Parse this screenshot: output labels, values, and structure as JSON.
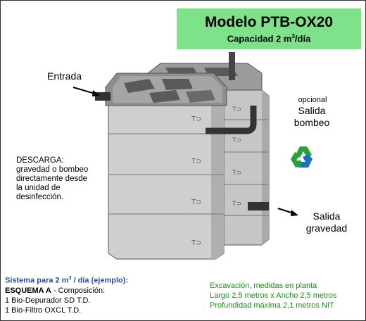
{
  "title": {
    "model": "Modelo PTB-OX20",
    "capacity_prefix": "Capacidad 2 m",
    "capacity_sup": "3",
    "capacity_suffix": "/día"
  },
  "labels": {
    "entrada": "Entrada",
    "opcional": "opcional",
    "salida_bombeo_1": "Salida",
    "salida_bombeo_2": "bombeo",
    "salida_gravedad_1": "Salida",
    "salida_gravedad_2": "gravedad"
  },
  "descarga": {
    "line1": "DESCARGA:",
    "line2": "gravedad o bombeo",
    "line3": "directamente desde",
    "line4": "la unidad de",
    "line5": "desinfección."
  },
  "sistema": {
    "heading_prefix": "Sistema para 2 m",
    "heading_sup": "3",
    "heading_suffix": " / día (ejemplo):",
    "esquema_bold": "ESQUEMA A",
    "esquema_rest": " - Composición:",
    "item1": "1  Bio-Depurador SD T.D.",
    "item2": "1  Bio-Filtro OXCL T.D."
  },
  "excavacion": {
    "line1": "Excavación, medidas en planta",
    "line2": "Largo 2,5 metros x Ancho 2,5 metros",
    "line3": "Profundidad máxima 2,1 metros NIT"
  },
  "colors": {
    "title_bg": "#7fe28a",
    "heading_blue": "#2b4f9e",
    "note_green": "#1a8c1a",
    "tank_gray": "#c8c8c8",
    "recycle_green": "#2e9e3a",
    "recycle_blue": "#1e6fc4"
  }
}
